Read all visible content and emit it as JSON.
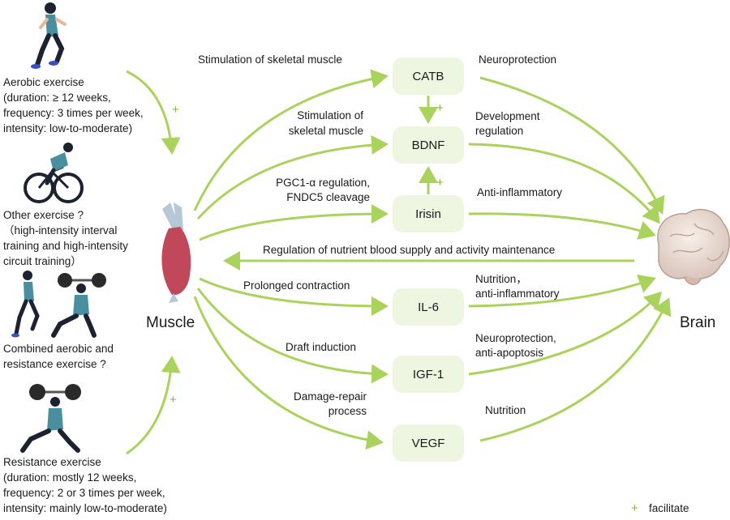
{
  "colors": {
    "arrow": "#a9d35c",
    "box": "#eef5e0",
    "plus": "#7db83a",
    "muscle": "#c0485a"
  },
  "exercises": {
    "aerobic": [
      "Aerobic exercise",
      "(duration: ≥ 12 weeks,",
      "frequency: 3 times per week,",
      "intensity: low-to-moderate)"
    ],
    "other": [
      "Other exercise ?",
      "（high-intensity interval",
      "training and high-intensity",
      "circuit training）"
    ],
    "combined": [
      "Combined aerobic  and",
      "resistance exercise ?"
    ],
    "resistance": [
      "Resistance exercise",
      "(duration: mostly 12 weeks,",
      "frequency: 2 or 3 times per week,",
      "intensity: mainly low-to-moderate)"
    ]
  },
  "hubs": {
    "muscle": "Muscle",
    "brain": "Brain"
  },
  "molecules": [
    "CATB",
    "BDNF",
    "Irisin",
    "IL-6",
    "IGF-1",
    "VEGF"
  ],
  "muscle_to_molecule": {
    "catb": [
      "Stimulation of skeletal muscle"
    ],
    "bdnf": [
      "Stimulation of",
      "skeletal muscle"
    ],
    "irisin": [
      "PGC1-α regulation,",
      "FNDC5 cleavage"
    ],
    "il6": [
      "Prolonged contraction"
    ],
    "igf1": [
      "Draft induction"
    ],
    "vegf": [
      "Damage-repair",
      "process"
    ]
  },
  "molecule_to_brain": {
    "catb": [
      "Neuroprotection"
    ],
    "bdnf": [
      "Development",
      "regulation"
    ],
    "irisin": [
      "Anti-inflammatory"
    ],
    "il6": [
      "Nutrition，",
      "anti-inflammatory"
    ],
    "igf1": [
      "Neuroprotection,",
      "anti-apoptosis"
    ],
    "vegf": [
      "Nutrition"
    ]
  },
  "brain_to_muscle": "Regulation of nutrient blood supply and activity maintenance",
  "plus_sign": "+",
  "legend": {
    "symbol": "+",
    "label": "facilitate"
  }
}
